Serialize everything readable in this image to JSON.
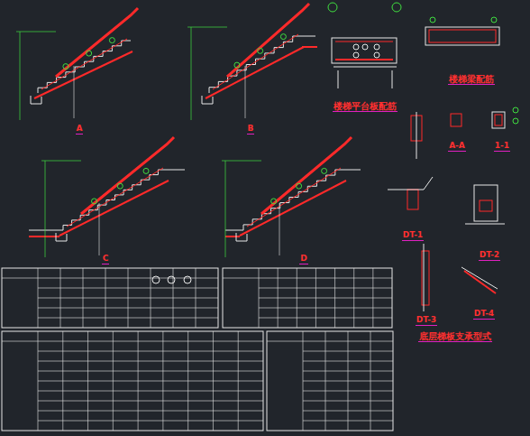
{
  "diagram": {
    "labels": [
      "A",
      "B",
      "楼梯平台板配筋",
      "楼梯梁配筋",
      "A-A",
      "1-1",
      "C",
      "D",
      "DT-1",
      "DT-2",
      "DT-3",
      "DT-4",
      "底层梯板支承型式"
    ]
  }
}
